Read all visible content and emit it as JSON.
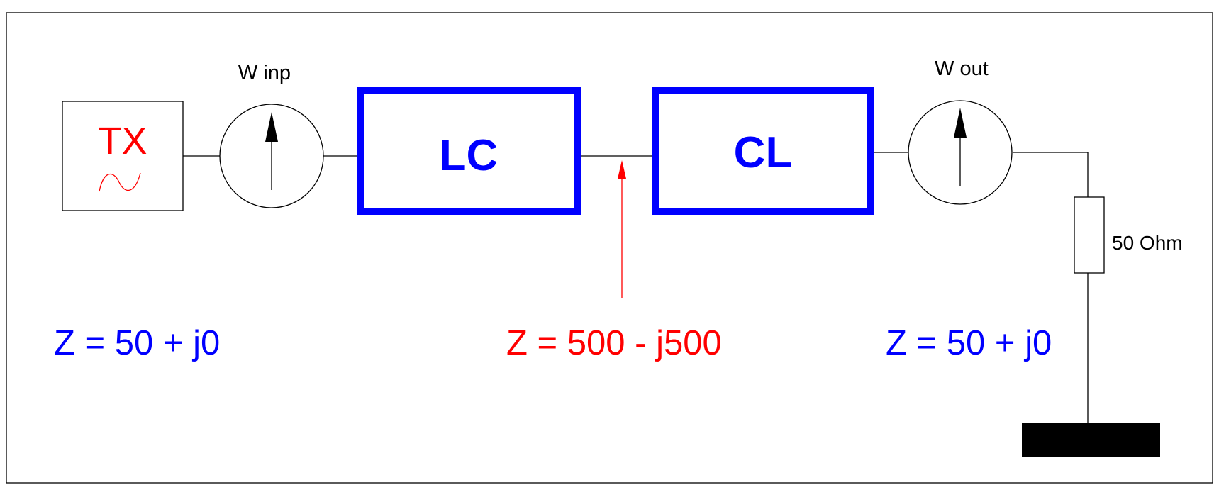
{
  "diagram": {
    "source": {
      "label": "TX",
      "symbol": "sine-wave-icon"
    },
    "meter_input": {
      "label": "W inp",
      "symbol": "up-arrow-icon"
    },
    "meter_output": {
      "label": "W out",
      "symbol": "up-arrow-icon"
    },
    "block_1": {
      "label": "LC"
    },
    "block_2": {
      "label": "CL"
    },
    "load": {
      "label": "50 Ohm"
    },
    "impedance_input": {
      "text": "Z = 50 + j0"
    },
    "impedance_mid": {
      "text": "Z = 500 - j500"
    },
    "impedance_output": {
      "text": "Z = 50 + j0"
    },
    "colors": {
      "block": "#0000ff",
      "impedance_blue": "#0000ff",
      "impedance_red": "#ff0000",
      "tx": "#ff0000",
      "ground": "#000000"
    }
  }
}
